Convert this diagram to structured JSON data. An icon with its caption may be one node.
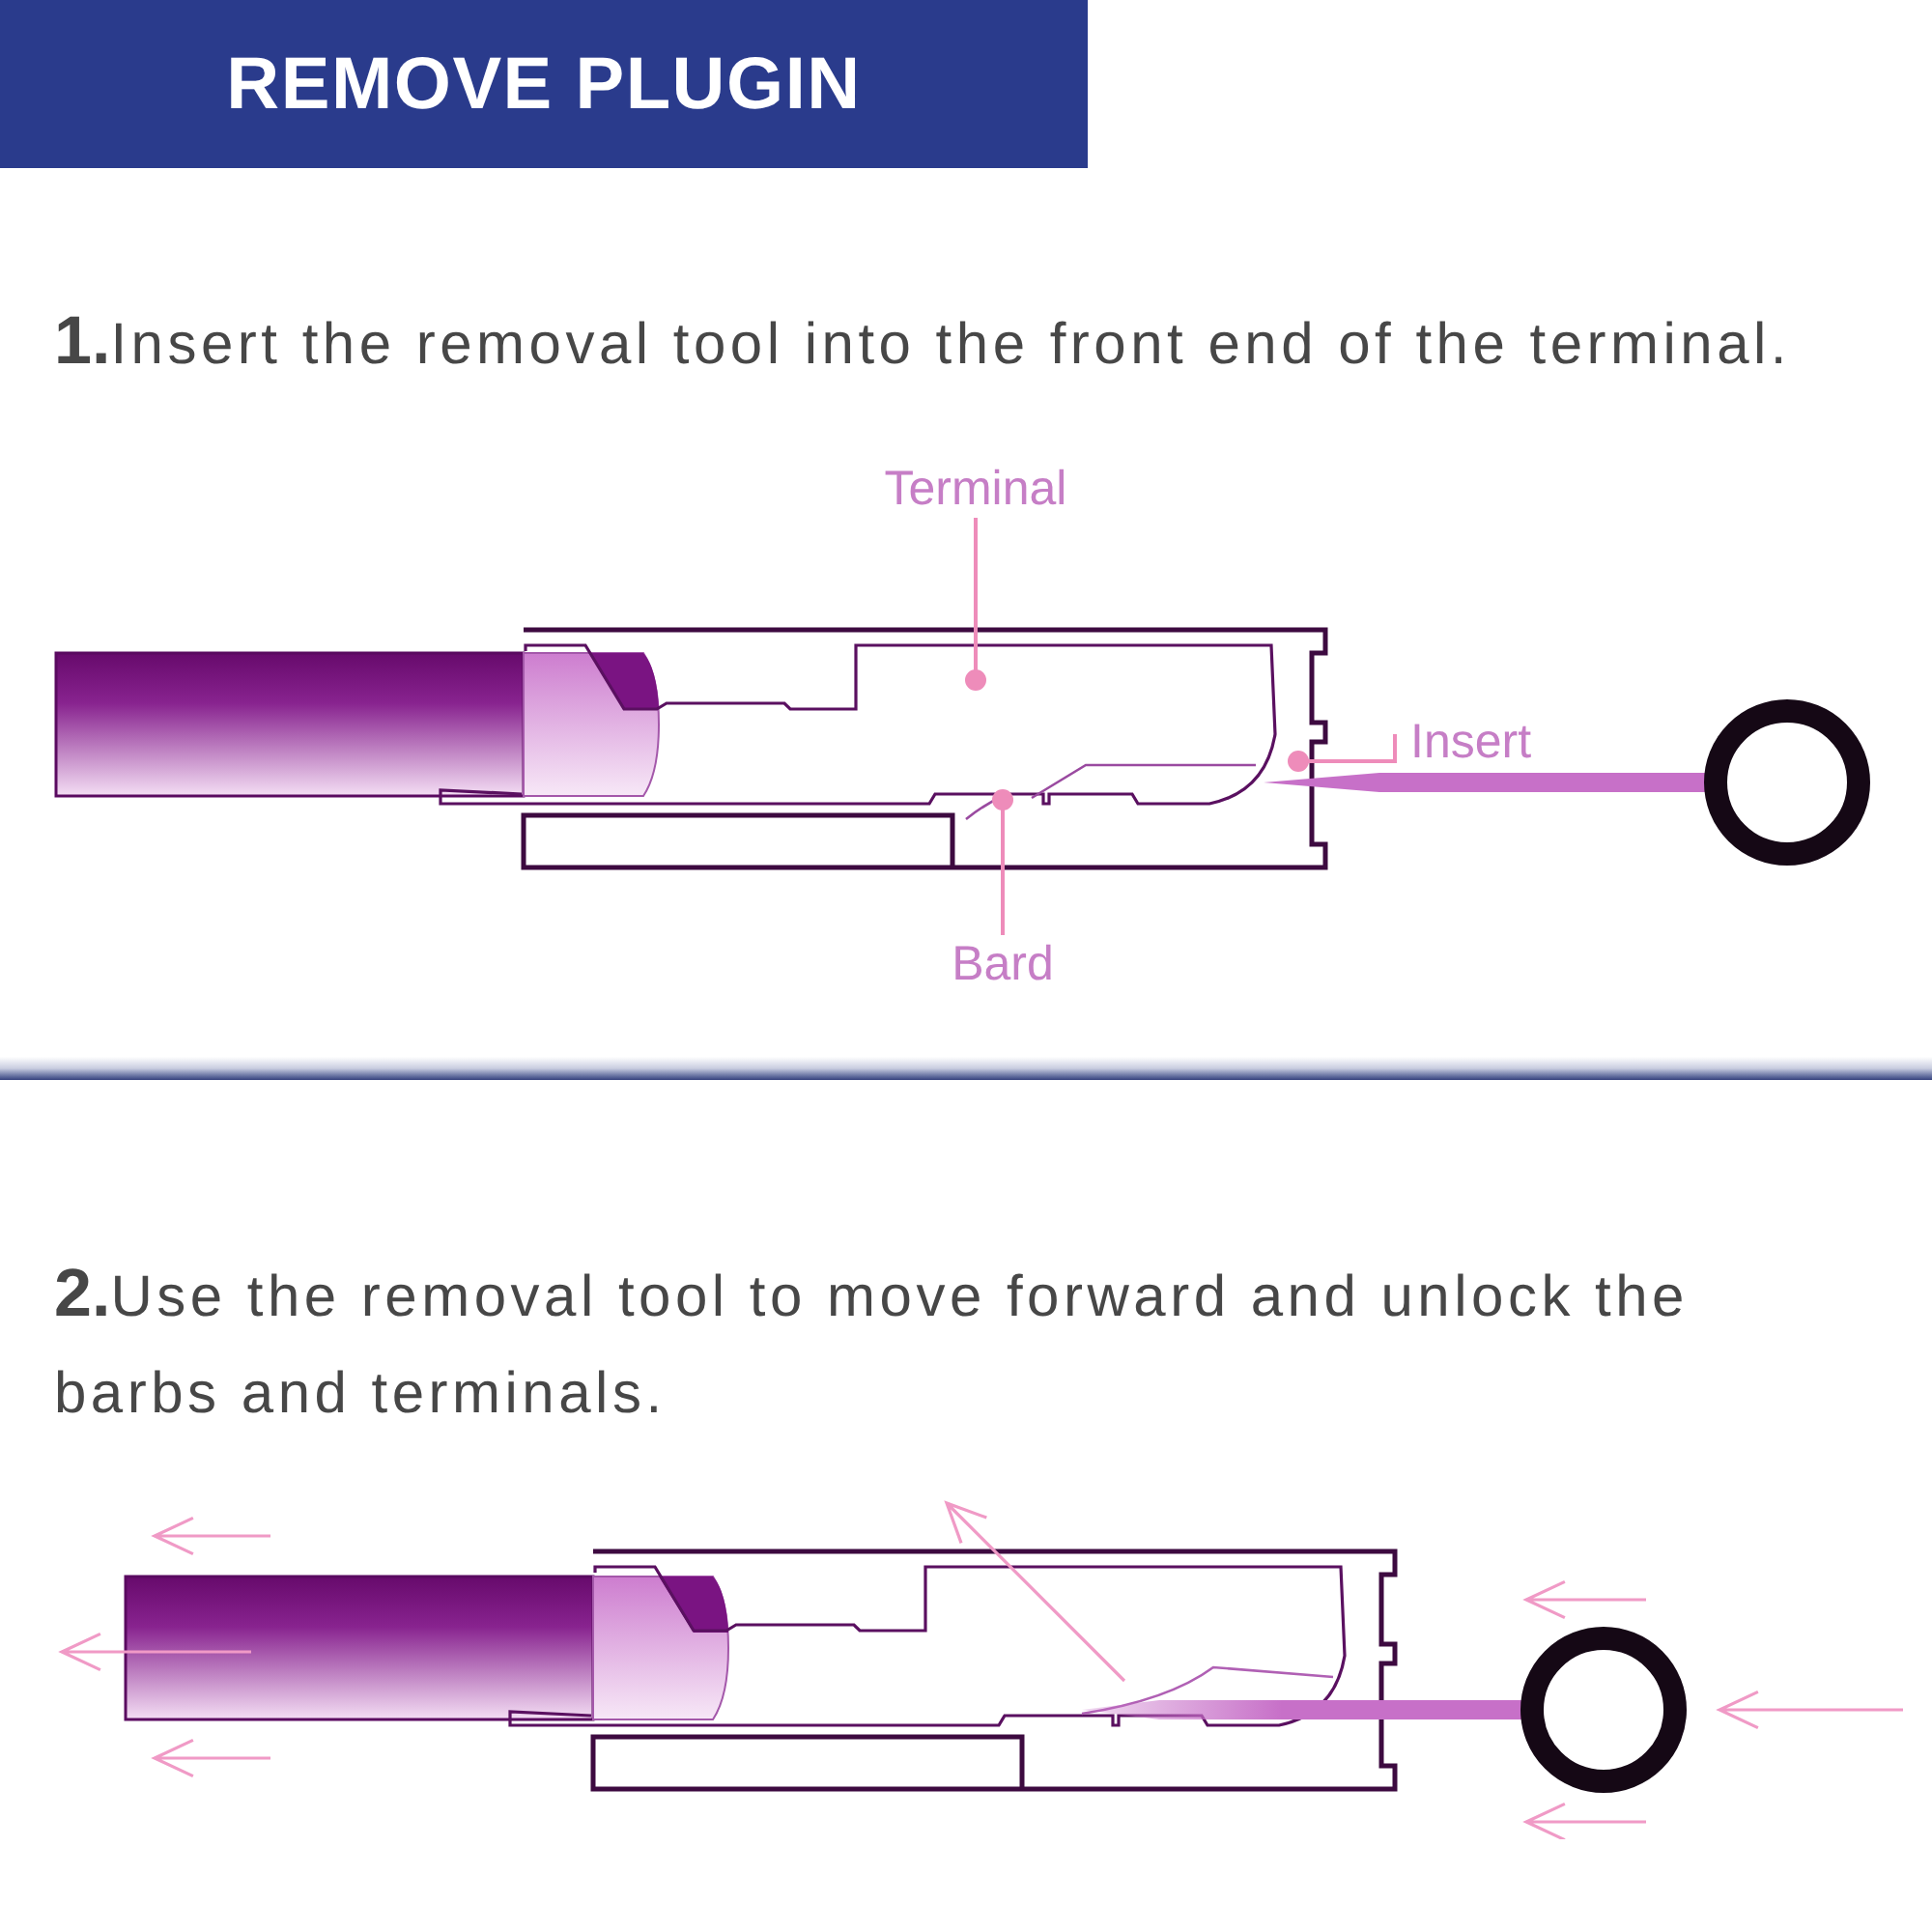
{
  "diagram": {
    "title": "REMOVE PLUGIN",
    "nodes": [
      {
        "text": [
          "Terminal"
        ]
      },
      {
        "text": [
          "Insert"
        ]
      },
      {
        "text": [
          "Bard"
        ]
      }
    ],
    "edges": [
      {
        "from": 0,
        "to": null,
        "arrow": "other"
      },
      {
        "from": 1,
        "to": null,
        "arrow": "other"
      },
      {
        "from": 2,
        "to": null,
        "arrow": "other"
      }
    ],
    "labels": [
      "**1.**Insert the removal tool into the front end of the terminal.",
      "**2.**Use the removal tool to move forward and unlock the barbs and terminals."
    ]
  }
}
